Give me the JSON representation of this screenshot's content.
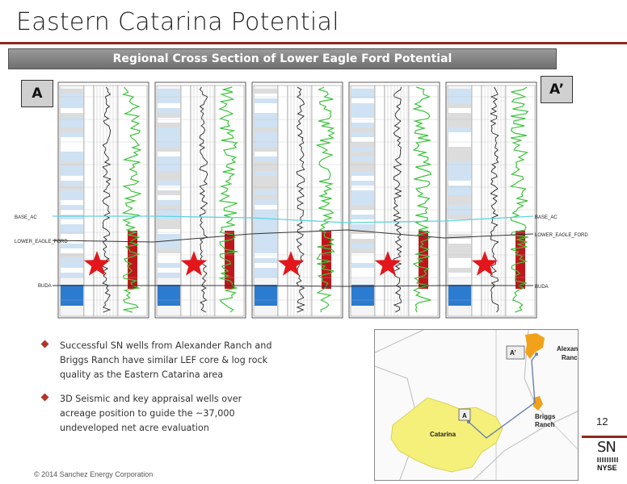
{
  "slide": {
    "title": "Eastern Catarina Potential",
    "banner": "Regional Cross Section of Lower Eagle Ford Potential",
    "label_left": "A",
    "label_right": "A’",
    "page_number": "12",
    "copyright": "© 2014 Sanchez Energy Corporation"
  },
  "cross_section": {
    "markers": {
      "base_ac": "BASE_AC",
      "lower_eagle_ford": "LOWER_EAGLE_FORD",
      "buda": "BUDA"
    },
    "marker_color": "#e3171b",
    "curve_color": "#3cc43c",
    "correlation_color": "#5fd3e0"
  },
  "bullets": [
    "Successful SN wells from Alexander Ranch and Briggs Ranch have similar LEF core & log rock quality as the Eastern Catarina area",
    "3D Seismic and key appraisal wells over acreage position to guide the ~37,000 undeveloped net acre evaluation"
  ],
  "map": {
    "label_a": "A",
    "label_a_prime": "A’",
    "catarina": "Catarina",
    "briggs": "Briggs Ranch",
    "alexander": "Alexander Ranch",
    "acreage_color": "#f5f07a",
    "ranch_color": "#f2a11a"
  },
  "logo": {
    "sn": "SN",
    "exchange": "NYSE"
  }
}
